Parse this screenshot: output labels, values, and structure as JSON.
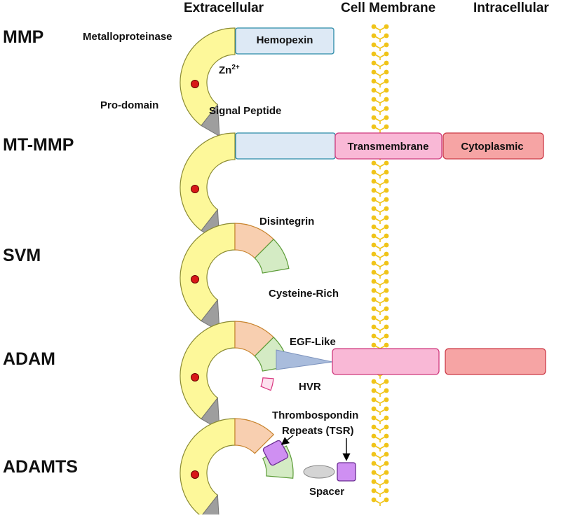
{
  "headers": {
    "extracellular": "Extracellular",
    "membrane": "Cell Membrane",
    "intracellular": "Intracellular"
  },
  "families": [
    {
      "id": "mmp",
      "label": "MMP"
    },
    {
      "id": "mt-mmp",
      "label": "MT-MMP"
    },
    {
      "id": "svm",
      "label": "SVM"
    },
    {
      "id": "adam",
      "label": "ADAM"
    },
    {
      "id": "adamts",
      "label": "ADAMTS"
    }
  ],
  "labels": {
    "metalloproteinase": "Metalloproteinase",
    "hemopexin": "Hemopexin",
    "zinc": "Zn",
    "zinc_charge": "2+",
    "pro_domain": "Pro-domain",
    "signal_peptide": "Signal Peptide",
    "transmembrane": "Transmembrane",
    "cytoplasmic": "Cytoplasmic",
    "disintegrin": "Disintegrin",
    "cysteine_rich": "Cysteine-Rich",
    "egf_like": "EGF-Like",
    "hvr": "HVR",
    "tsr_line1": "Thrombospondin",
    "tsr_line2": "Repeats (TSR)",
    "spacer": "Spacer"
  },
  "colors": {
    "metalloproteinase": "#fdf89a",
    "hemopexin": "#dde9f5",
    "transmembrane": "#f9b8d6",
    "cytoplasmic": "#f6a4a4",
    "disintegrin": "#f8cfb0",
    "cysteine_rich": "#d4ebc4",
    "egf_like": "#a9bcdc",
    "hvr": "#fde0ee",
    "tsr": "#cf8ff2",
    "spacer": "#d4d4d4",
    "zinc": "#d81818",
    "signal_peptide": "#7a3ea8",
    "pro_domain": "#9e9e9e",
    "membrane_lipid": "#f0c419"
  }
}
